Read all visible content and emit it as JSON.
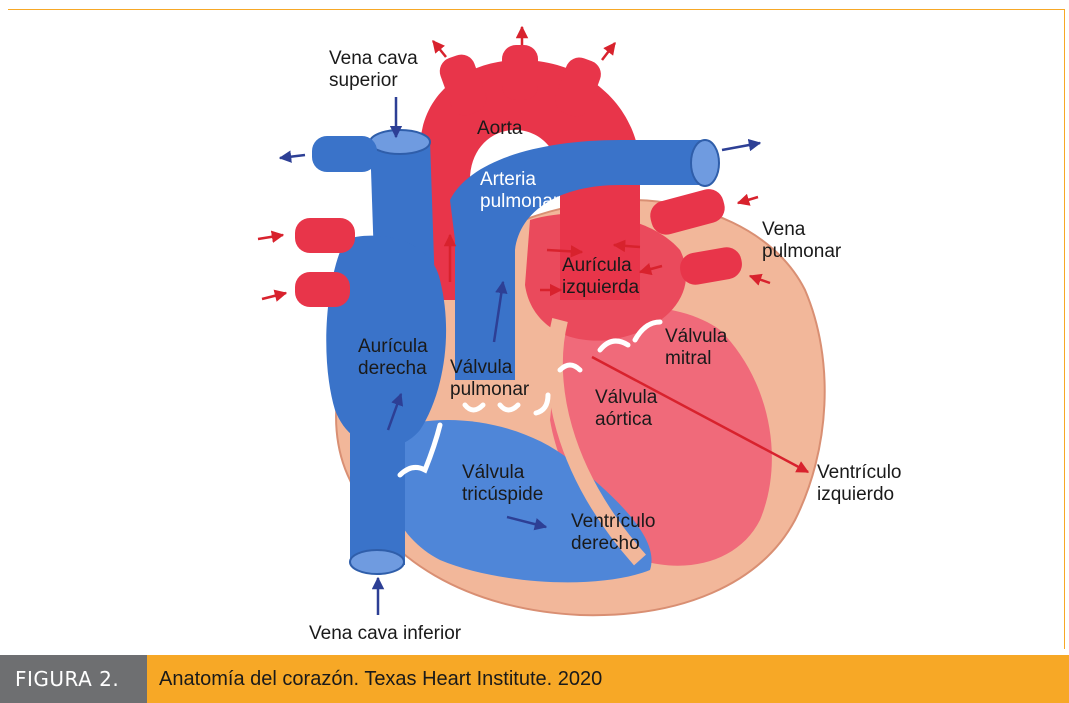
{
  "diagram": {
    "labels": {
      "vena_cava_superior": "Vena cava\nsuperior",
      "aorta": "Aorta",
      "arteria_pulmonar": "Arteria\npulmonar",
      "vena_pulmonar": "Vena\npulmonar",
      "auricula_izquierda": "Aurícula\nizquierda",
      "valvula_mitral": "Válvula\nmitral",
      "auricula_derecha": "Aurícula\nderecha",
      "valvula_pulmonar": "Válvula\npulmonar",
      "valvula_aortica": "Válvula\naórtica",
      "ventriculo_izquierdo": "Ventrículo\nizquierdo",
      "valvula_tricuspide": "Válvula\ntricúspide",
      "ventriculo_derecho": "Ventrículo\nderecho",
      "vena_cava_inferior": "Vena cava inferior"
    },
    "colors": {
      "oxygenated": "#e8354a",
      "deoxygenated": "#3a73c9",
      "muscle": "#f2b79a",
      "arrow_red": "#d8222d",
      "arrow_blue": "#2d3f95",
      "accent": "#f7a826",
      "tag_gray": "#6e6f71"
    }
  },
  "caption": {
    "tag": "FIGURA 2.",
    "text": "Anatomía del corazón. Texas Heart Institute. 2020"
  }
}
